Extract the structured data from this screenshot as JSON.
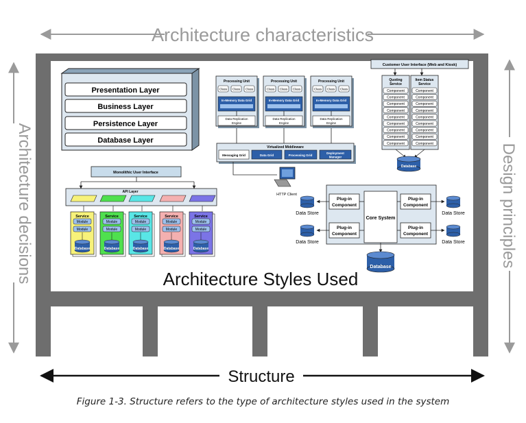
{
  "frame": {
    "top_label": "Architecture characteristics",
    "left_label": "Architecture decisions",
    "right_label": "Design principles",
    "bottom_label": "Structure",
    "center_label": "Architecture Styles Used"
  },
  "layered": {
    "layers": [
      "Presentation Layer",
      "Business Layer",
      "Persistence Layer",
      "Database Layer"
    ]
  },
  "space_based": {
    "unit_title": "Processing Unit",
    "class_label": "Class",
    "grid_label": "In-Memory Data Grid",
    "engine_line1": "Data Replication",
    "engine_line2": "Engine",
    "middleware_title": "Virtualized Middleware",
    "middleware_items": [
      "Messaging Grid",
      "Data Grid",
      "Processing Grid",
      "Deployment Manager"
    ],
    "client_label": "HTTP Client"
  },
  "microservices": {
    "ui_label": "Customer User Interface (Web and Kiosk)",
    "service1_line1": "Quoting",
    "service1_line2": "Service",
    "service2_line1": "Item Status",
    "service2_line2": "Service",
    "component_label": "Component",
    "db_label": "Database"
  },
  "service_based": {
    "ui_label": "Monolithic User Interface",
    "api_label": "API Layer",
    "service_label": "Service",
    "module_label": "Module",
    "db_label": "Database",
    "colors": [
      "#f7f27a",
      "#4fe04f",
      "#59e6e6",
      "#f4b0b0",
      "#7b74e6"
    ]
  },
  "microkernel": {
    "core_label": "Core System",
    "plugin_line1": "Plug-in",
    "plugin_line2": "Component",
    "store_label": "Data Store",
    "db_label": "Database"
  },
  "caption": "Figure 1-3. Structure refers to the type of architecture styles used in the system"
}
